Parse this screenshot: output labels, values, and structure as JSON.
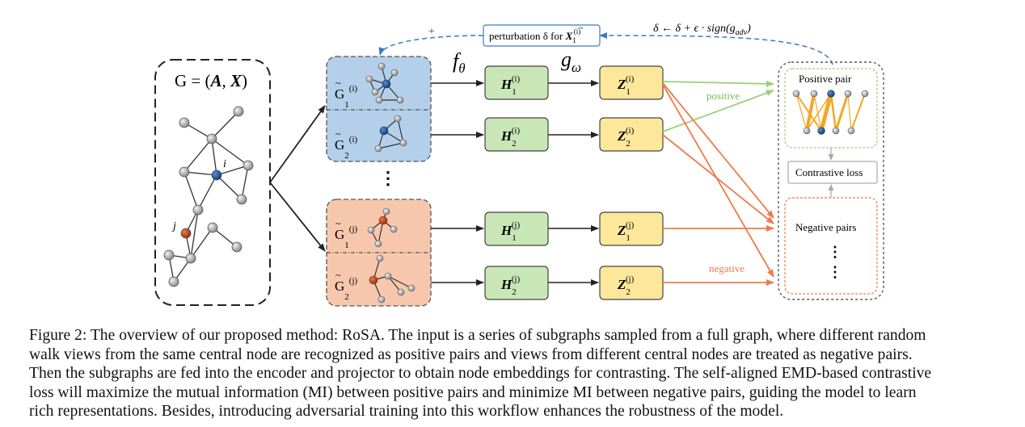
{
  "graph": {
    "title_main": "G = (",
    "title_A": "A",
    "title_comma": ", ",
    "title_X": "X",
    "title_close": ")",
    "node_i": "i",
    "node_j": "j"
  },
  "views": {
    "g1i": {
      "base": "G",
      "tilde": "~",
      "sub": "1",
      "sup": "(i)"
    },
    "g2i": {
      "base": "G",
      "tilde": "~",
      "sub": "2",
      "sup": "(i)"
    },
    "g1j": {
      "base": "G",
      "tilde": "~",
      "sub": "1",
      "sup": "(j)"
    },
    "g2j": {
      "base": "G",
      "tilde": "~",
      "sub": "2",
      "sup": "(j)"
    },
    "vdots": "⋮"
  },
  "encoder": {
    "f": "f",
    "f_sub": "θ",
    "g": "g",
    "g_sub": "ω"
  },
  "boxes": {
    "h1i": {
      "base": "H",
      "sub": "1",
      "sup": "(i)"
    },
    "h2i": {
      "base": "H",
      "sub": "2",
      "sup": "(i)"
    },
    "h1j": {
      "base": "H",
      "sub": "1",
      "sup": "(j)"
    },
    "h2j": {
      "base": "H",
      "sub": "2",
      "sup": "(j)"
    },
    "z1i": {
      "base": "Z",
      "sub": "1",
      "sup": "(i)"
    },
    "z2i": {
      "base": "Z",
      "sub": "2",
      "sup": "(i)"
    },
    "z1j": {
      "base": "Z",
      "sub": "1",
      "sup": "(j)"
    },
    "z2j": {
      "base": "Z",
      "sub": "2",
      "sup": "(j)"
    }
  },
  "perturbation": {
    "label_prefix": "perturbation δ for ",
    "label_X": "X",
    "label_tilde": "~",
    "label_sub": "1",
    "label_sup": "(i)",
    "plus": "+",
    "update": "δ ← δ + ϵ · sign(g",
    "update_sub": "adv",
    "update_close": ")"
  },
  "panel": {
    "positive_pair": "Positive pair",
    "contrastive_loss": "Contrastive loss",
    "negative_pairs": "Negative pairs",
    "neg_dots": "⋮"
  },
  "arrows": {
    "positive": "positive",
    "negative": "negative"
  },
  "colors": {
    "blue_fill": "#b3cfe9",
    "orange_fill": "#f6c7ac",
    "green_box": "#c8e6b6",
    "yellow_box": "#fde79a",
    "positive": "#9ccf7a",
    "negative": "#ee7b4a",
    "dashed_blue": "#3c78c3"
  },
  "caption": {
    "lines": [
      "Figure 2: The overview of our proposed method: RoSA. The input is a series of subgraphs sampled from a full graph, where different random",
      "walk views from the same central node are recognized as positive pairs and views from different central nodes are treated as negative pairs.",
      "Then the subgraphs are fed into the encoder and projector to obtain node embeddings for contrasting. The self-aligned EMD-based contrastive",
      "loss will maximize the mutual information (MI) between positive pairs and minimize MI between negative pairs, guiding the model to learn",
      "rich representations. Besides, introducing adversarial training into this workflow enhances the robustness of the model."
    ]
  }
}
